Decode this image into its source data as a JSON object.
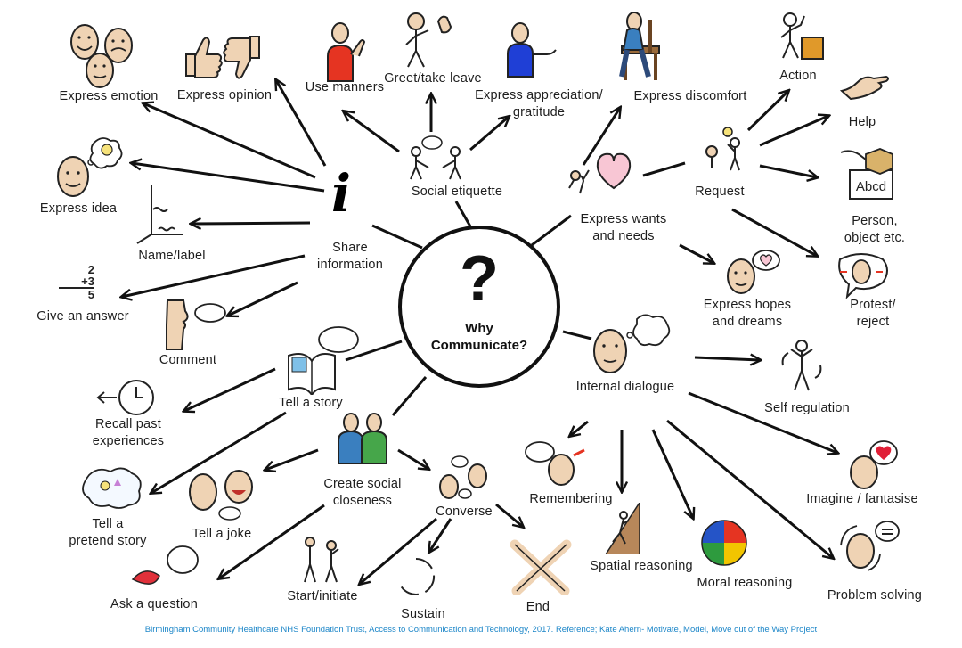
{
  "center": {
    "question_mark": "?",
    "title_line1": "Why",
    "title_line2": "Communicate?"
  },
  "nodes": {
    "express_emotion": "Express emotion",
    "express_opinion": "Express opinion",
    "use_manners": "Use manners",
    "greet": "Greet/take leave",
    "appreciation_1": "Express appreciation/",
    "appreciation_2": "gratitude",
    "discomfort": "Express discomfort",
    "action": "Action",
    "help": "Help",
    "express_idea": "Express idea",
    "name_label": "Name/label",
    "share_info_1": "Share",
    "share_info_2": "information",
    "social_etiquette": "Social etiquette",
    "wants_1": "Express wants",
    "wants_2": "and needs",
    "request": "Request",
    "person_1": "Person,",
    "person_2": "object etc.",
    "give_answer": "Give an answer",
    "comment": "Comment",
    "hopes_1": "Express hopes",
    "hopes_2": "and dreams",
    "protest_1": "Protest/",
    "protest_2": "reject",
    "tell_story": "Tell a story",
    "internal_dialogue": "Internal dialogue",
    "self_regulation": "Self regulation",
    "recall_1": "Recall past",
    "recall_2": "experiences",
    "closeness_1": "Create social",
    "closeness_2": "closeness",
    "converse": "Converse",
    "remembering": "Remembering",
    "imagine": "Imagine / fantasise",
    "pretend_1": "Tell a",
    "pretend_2": "pretend story",
    "joke": "Tell a joke",
    "spatial": "Spatial reasoning",
    "moral": "Moral reasoning",
    "problem": "Problem solving",
    "ask": "Ask a question",
    "start": "Start/initiate",
    "sustain": "Sustain",
    "end": "End"
  },
  "icon_texts": {
    "sum_top": "2",
    "sum_mid": "+3",
    "sum_result": "5",
    "abcd": "Abcd",
    "info_glyph": "i"
  },
  "footer": "Birmingham Community Healthcare NHS Foundation Trust, Access to Communication and Technology, 2017. Reference; Kate Ahern- Motivate, Model, Move out of the Way Project",
  "colors": {
    "arrow": "#111111",
    "footer_text": "#1c86c8",
    "heart": "#f8c6d4",
    "skin": "#efd3b4"
  }
}
